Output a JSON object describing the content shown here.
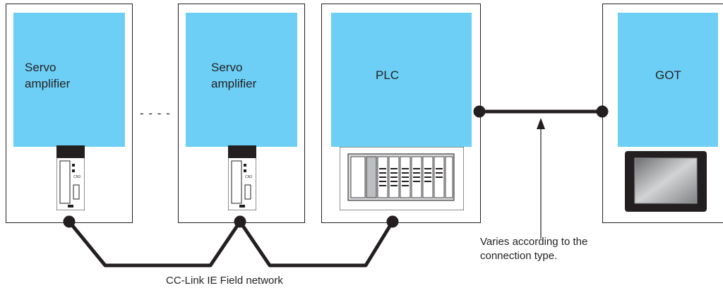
{
  "devices": {
    "servo1": {
      "label": "Servo\namplifier"
    },
    "servo2": {
      "label": "Servo\namplifier"
    },
    "plc": {
      "label": "PLC"
    },
    "got": {
      "label": "GOT"
    }
  },
  "ellipsis": "- - - -",
  "annotations": {
    "connection_note": "Varies according to the\nconnection type.",
    "network_label": "CC-Link IE Field network"
  },
  "colors": {
    "panel": "#6dcff6",
    "line": "#231f20"
  }
}
